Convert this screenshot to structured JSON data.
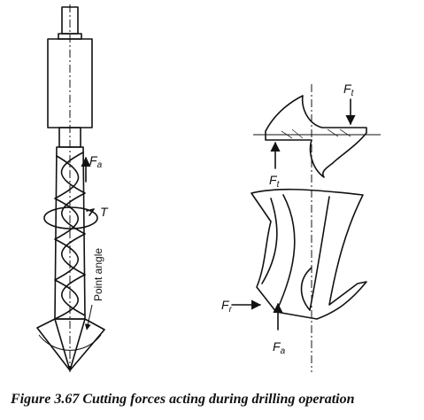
{
  "labels": {
    "axial_force_left": "F",
    "axial_force_left_sub": "a",
    "torque": "T",
    "point_angle": "Point angle",
    "tangential_top": "F",
    "tangential_top_sub": "t",
    "tangential_mid": "F",
    "tangential_mid_sub": "t",
    "radial": "F",
    "radial_sub": "r",
    "axial_bottom": "F",
    "axial_bottom_sub": "a"
  },
  "caption": "Figure 3.67 Cutting forces acting during drilling operation"
}
